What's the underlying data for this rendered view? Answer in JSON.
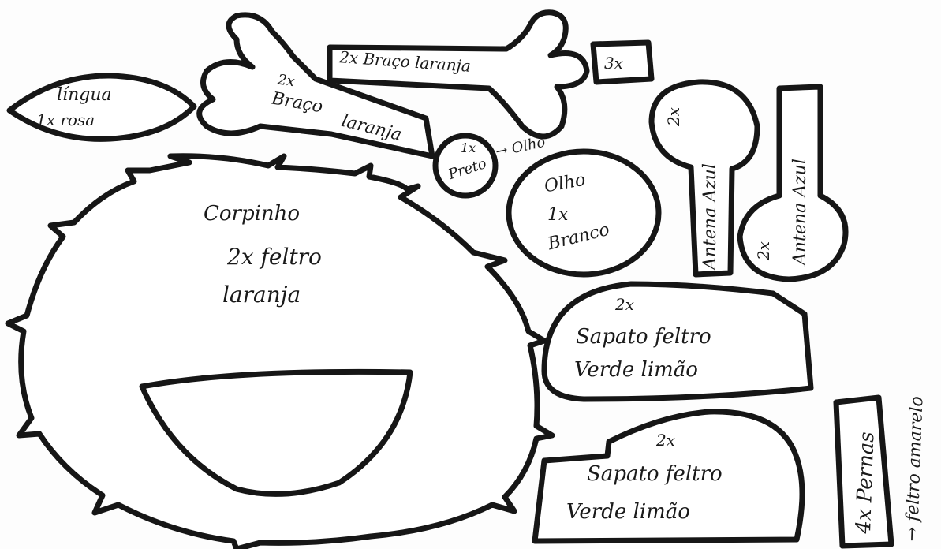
{
  "pattern": {
    "lingua": {
      "title": "língua",
      "qty": "1x rosa"
    },
    "braco_left": {
      "qty": "2x",
      "l1": "Braço",
      "l2": "laranja"
    },
    "braco_right": {
      "text": "2x Braço laranja"
    },
    "small_square": {
      "text": "3x"
    },
    "preto": {
      "qty": "1x",
      "color": "Preto"
    },
    "olho_arrow": {
      "text": "→ Olho"
    },
    "olho": {
      "l1": "Olho",
      "l2": "1x",
      "l3": "Branco"
    },
    "antena_left": {
      "qty": "2x",
      "text": "Antena Azul"
    },
    "antena_right": {
      "qty": "2x",
      "text": "Antena Azul"
    },
    "corpinho": {
      "title": "Corpinho",
      "l2": "2x feltro",
      "l3": "laranja"
    },
    "sapato_top": {
      "qty": "2x",
      "l2": "Sapato feltro",
      "l3": "Verde limão"
    },
    "sapato_bottom": {
      "qty": "2x",
      "l2": "Sapato feltro",
      "l3": "Verde limão"
    },
    "pernas": {
      "text": "4x Pernas",
      "side": "→ feltro amarelo"
    }
  }
}
